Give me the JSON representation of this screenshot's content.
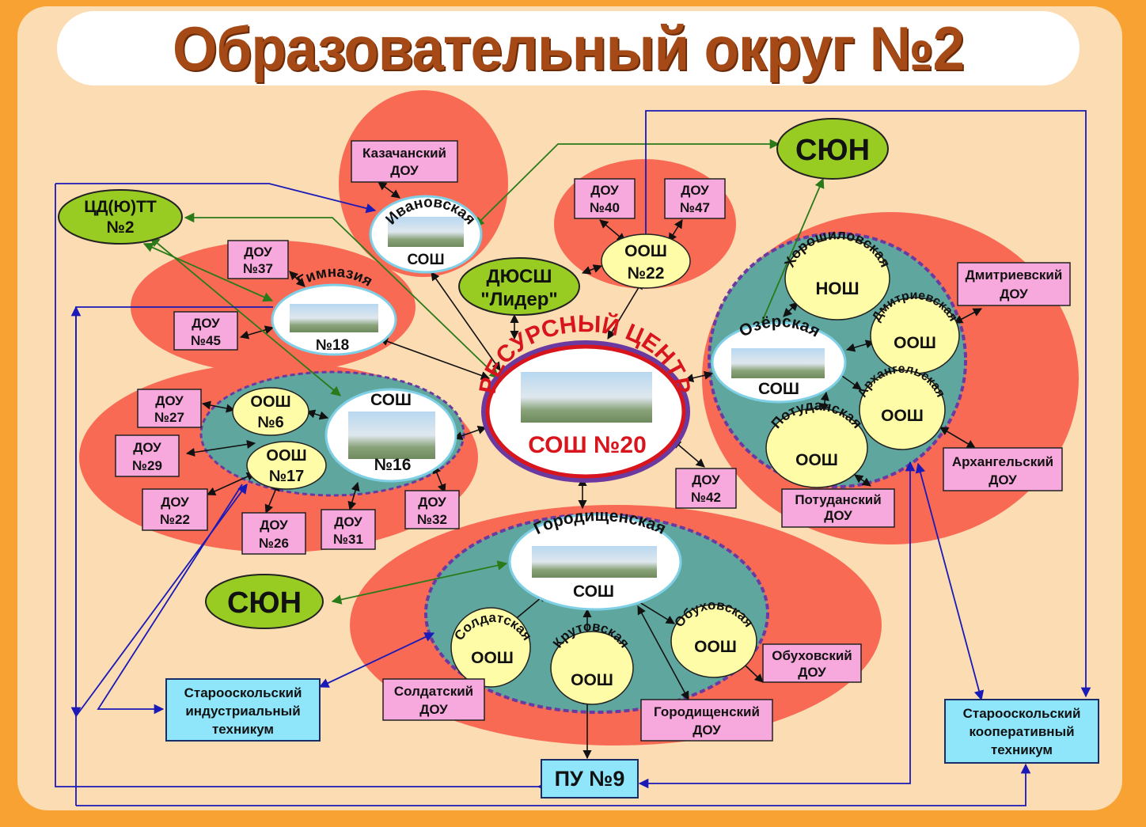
{
  "title": "Образовательный округ №2",
  "center": {
    "arc": "РЕСУРСНЫЙ ЦЕНТР",
    "label": "СОШ №20"
  },
  "green_nodes": {
    "cdutt_1": "ЦД(Ю)ТТ",
    "cdutt_2": "№2",
    "dyussh_1": "ДЮСШ",
    "dyussh_2": "\"Лидер\"",
    "syun": "СЮН"
  },
  "schools": {
    "ivanovskaya_arc": "Ивановская",
    "sosh": "СОШ",
    "gimnaziya_arc": "Гимназия",
    "gimnaziya_num": "№18",
    "s16_num": "№16",
    "ozerskaya_arc": "Озёрская",
    "gorodishchenskaya_arc": "Городищенская",
    "oosh": "ООШ",
    "oosh_22_num": "№22",
    "oosh_6_num": "№6",
    "oosh_17_num": "№17",
    "nosh": "НОШ",
    "khoroshilovskaya": "Хорошиловская",
    "dmitrievskaya": "Дмитриевская",
    "arkhangelskaya": "Архангельская",
    "potudanskaya": "Потуданская",
    "soldatskaya": "Солдатская",
    "krutovskaya": "Крутовская",
    "obukhovskaya": "Обуховская"
  },
  "dou": {
    "dou": "ДОУ",
    "kazachansky": "Казачанский",
    "n40": "№40",
    "n47": "№47",
    "n37": "№37",
    "n45": "№45",
    "n27": "№27",
    "n29": "№29",
    "n22": "№22",
    "n26": "№26",
    "n31": "№31",
    "n32": "№32",
    "n42": "№42",
    "dmitrievsky": "Дмитриевский",
    "arkhangelsky": "Архангельский",
    "potudansky": "Потуданский",
    "obukhovsky": "Обуховский",
    "soldatsky": "Солдатский",
    "gorodishchensky": "Городищенский"
  },
  "colleges": {
    "sit_1": "Старооскольский",
    "sit_2": "индустриальный",
    "sit_3": "техникум",
    "skt_1": "Старооскольский",
    "skt_2": "кооперативный",
    "skt_3": "техникум",
    "pu9": "ПУ №9"
  },
  "colors": {
    "title": "#a54a16",
    "cluster_red": "#f96a55",
    "cluster_teal": "#5fa79e",
    "node_green": "#99cc22",
    "node_yellow": "#fffca8",
    "box_pink": "#f7a8dc",
    "box_blue": "#8fe6fb",
    "line_blue": "#1a1ab8",
    "line_green": "#2a7a1a",
    "center_ring": "#d8141c"
  }
}
